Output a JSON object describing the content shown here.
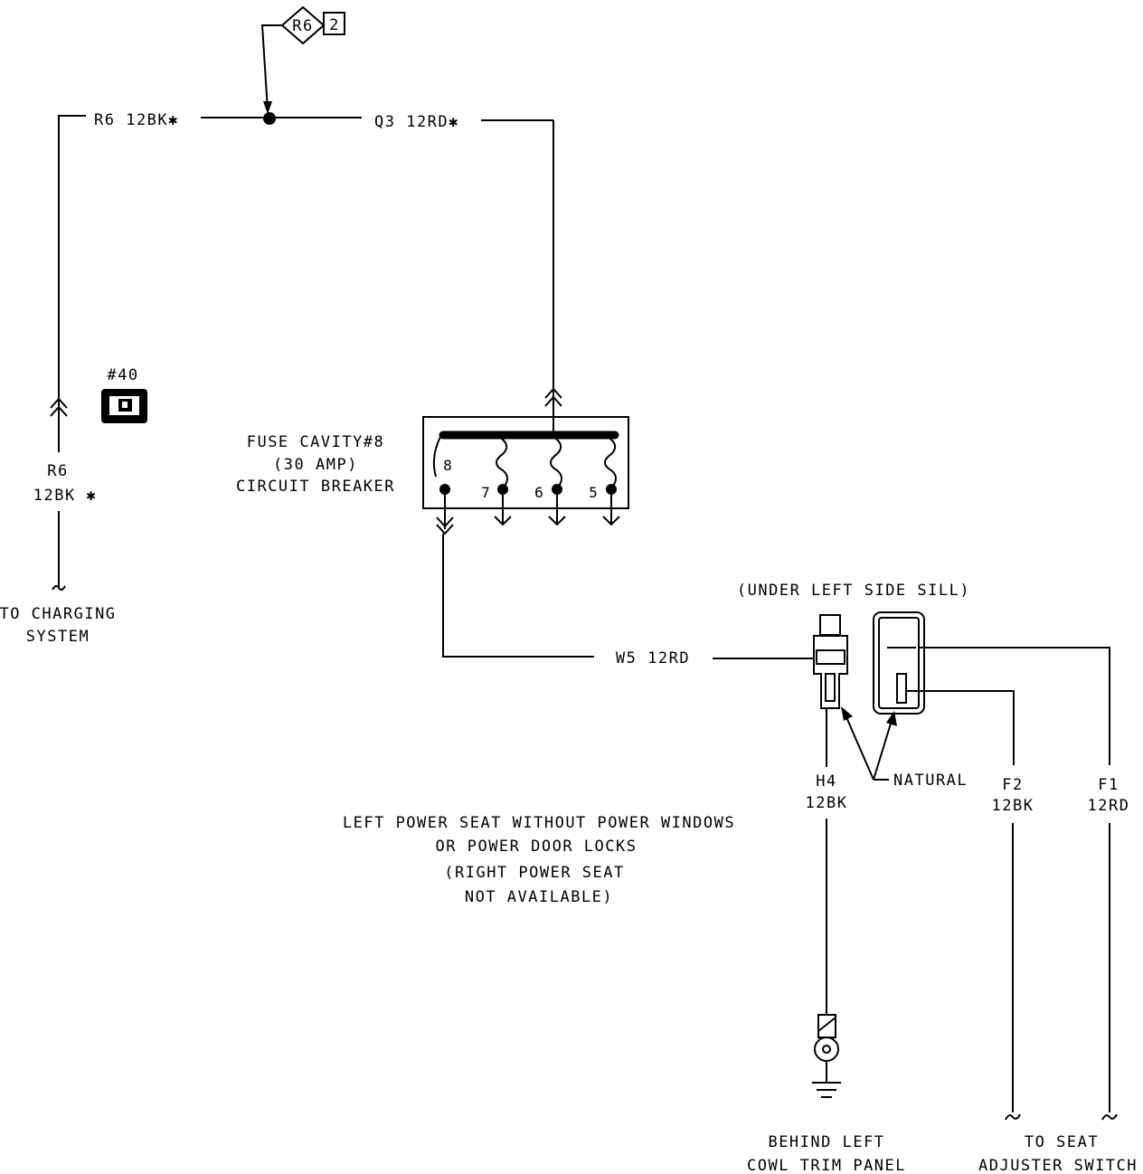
{
  "splice": {
    "id": "R6",
    "page": "2"
  },
  "wires": {
    "r6_top": "R6 12BK✱",
    "q3": "Q3 12RD✱",
    "r6_side_code": "R6",
    "r6_side_gauge": "12BK ✱",
    "w5": "W5 12RD",
    "h4_code": "H4",
    "h4_gauge": "12BK",
    "f2_code": "F2",
    "f2_gauge": "12BK",
    "f1_code": "F1",
    "f1_gauge": "12RD"
  },
  "connector_40": {
    "label": "#40"
  },
  "fuse": {
    "line1": "FUSE CAVITY#8",
    "line2": "(30 AMP)",
    "line3": "CIRCUIT BREAKER",
    "pins": [
      "8",
      "7",
      "6",
      "5"
    ]
  },
  "charging": {
    "line1": "TO CHARGING",
    "line2": "SYSTEM"
  },
  "sill": {
    "label": "(UNDER LEFT SIDE SILL)"
  },
  "natural": {
    "label": "NATURAL"
  },
  "note": {
    "line1": "LEFT POWER SEAT WITHOUT POWER WINDOWS",
    "line2": "OR POWER DOOR LOCKS",
    "line3": "(RIGHT POWER SEAT",
    "line4": "NOT AVAILABLE)"
  },
  "ground": {
    "line1": "BEHIND LEFT",
    "line2": "COWL TRIM PANEL"
  },
  "seat_switch": {
    "line1": "TO SEAT",
    "line2": "ADJUSTER SWITCH"
  }
}
